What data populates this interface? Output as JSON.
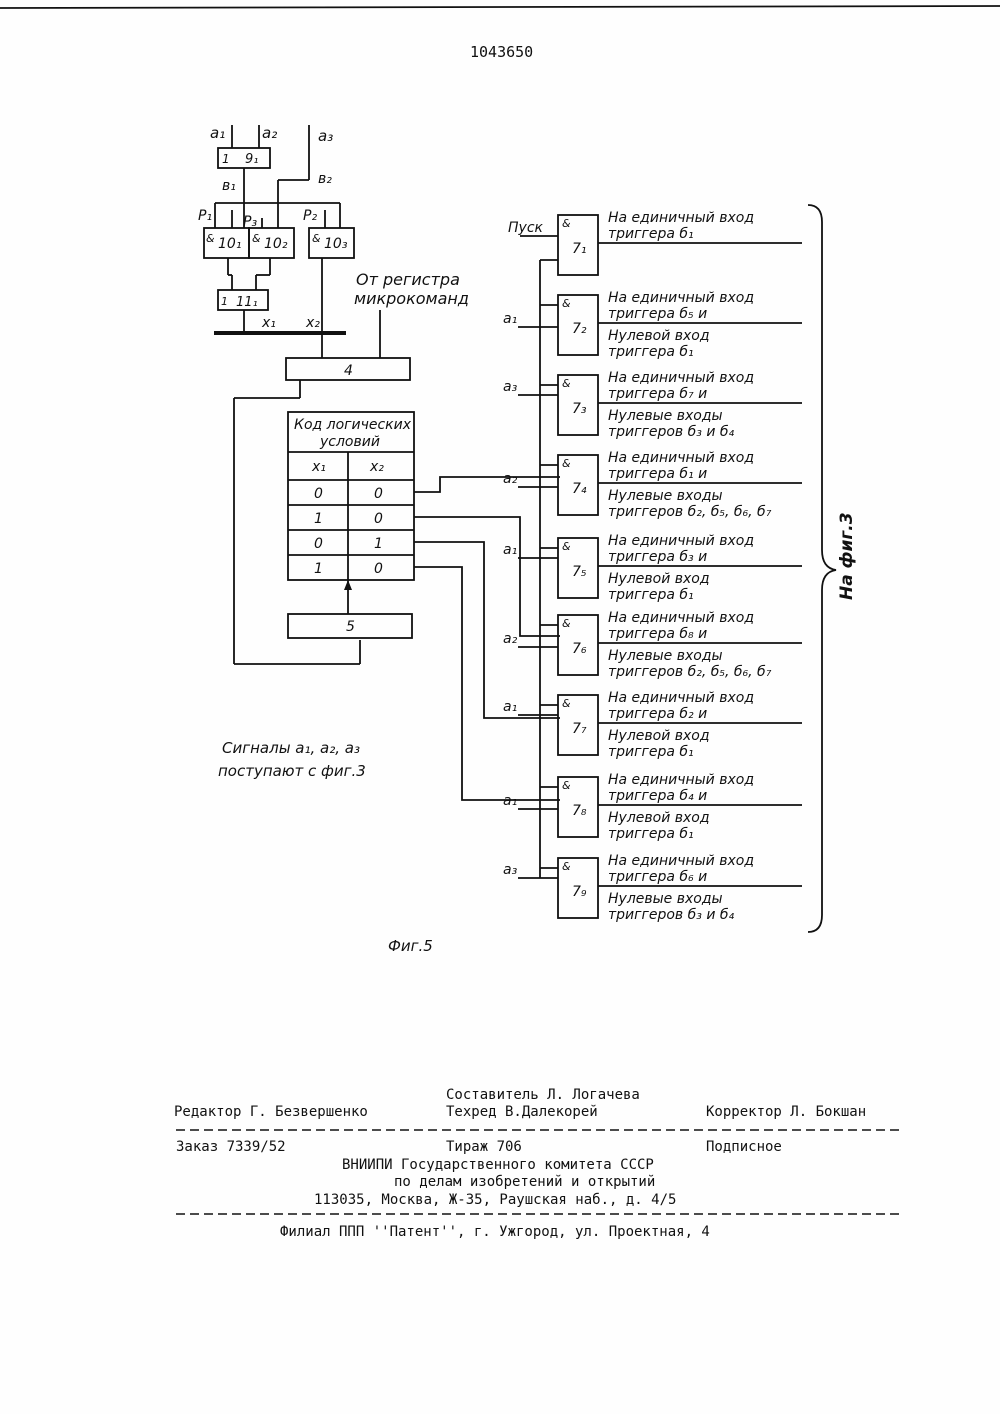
{
  "header": {
    "patent_number": "1043650"
  },
  "diagram": {
    "inputs_top": {
      "a1": "a₁",
      "a2": "a₂",
      "a3": "a₃",
      "b1": "в₁",
      "b2": "в₂",
      "p1": "P₁",
      "p3": "P₃",
      "p2": "P₂"
    },
    "blocks": {
      "or9_sym": "1",
      "or9_label": "9₁",
      "and10_1_sym": "&",
      "and10_1_label": "10₁",
      "and10_2_sym": "&",
      "and10_2_label": "10₂",
      "and10_3_sym": "&",
      "and10_3_label": "10₃",
      "or11_sym": "1",
      "or11_label": "11₁",
      "block4_label": "4",
      "block5_label": "5"
    },
    "bus_labels": {
      "x1": "x₁",
      "x2": "x₂"
    },
    "from_register": [
      "От регистра",
      "микрокоманд"
    ],
    "code_table": {
      "title": [
        "Код логических",
        "условий"
      ],
      "headers": [
        "x₁",
        "x₂"
      ],
      "rows": [
        [
          "0",
          "0"
        ],
        [
          "1",
          "0"
        ],
        [
          "0",
          "1"
        ],
        [
          "1",
          "0"
        ]
      ]
    },
    "start_label": "Пуск",
    "gates": [
      {
        "sym": "&",
        "label": "7₁",
        "input": "Пуск",
        "out1": "На единичный вход",
        "out2": "триггера б₁",
        "out3": "",
        "out4": ""
      },
      {
        "sym": "&",
        "label": "7₂",
        "input": "a₁",
        "out1": "На единичный вход",
        "out2": "триггера б₅ и",
        "out3": "Нулевой вход",
        "out4": "триггера б₁"
      },
      {
        "sym": "&",
        "label": "7₃",
        "input": "a₃",
        "out1": "На единичный вход",
        "out2": "триггера б₇ и",
        "out3": "Нулевые входы",
        "out4": "триггеров б₃ и б₄"
      },
      {
        "sym": "&",
        "label": "7₄",
        "input": "a₂",
        "out1": "На единичный вход",
        "out2": "триггера б₁ и",
        "out3": "Нулевые входы",
        "out4": "триггеров б₂, б₅, б₆, б₇"
      },
      {
        "sym": "&",
        "label": "7₅",
        "input": "a₁",
        "out1": "На единичный вход",
        "out2": "триггера б₃ и",
        "out3": "Нулевой вход",
        "out4": "триггера б₁"
      },
      {
        "sym": "&",
        "label": "7₆",
        "input": "a₂",
        "out1": "На единичный вход",
        "out2": "триггера б₈ и",
        "out3": "Нулевые входы",
        "out4": "триггеров б₂, б₅, б₆, б₇"
      },
      {
        "sym": "&",
        "label": "7₇",
        "input": "a₁",
        "out1": "На единичный вход",
        "out2": "триггера б₂ и",
        "out3": "Нулевой вход",
        "out4": "триггера б₁"
      },
      {
        "sym": "&",
        "label": "7₈",
        "input": "a₁",
        "out1": "На единичный вход",
        "out2": "триггера б₄ и",
        "out3": "Нулевой вход",
        "out4": "триггера б₁"
      },
      {
        "sym": "&",
        "label": "7₉",
        "input": "a₃",
        "out1": "На единичный вход",
        "out2": "триггера б₆ и",
        "out3": "Нулевые входы",
        "out4": "триггеров б₃ и б₄"
      }
    ],
    "brace_label": "На фиг.3",
    "signals_note": [
      "Сигналы a₁, a₂, a₃",
      "поступают с фиг.3"
    ],
    "figure_caption": "Фиг.5"
  },
  "footer": {
    "composer": "Составитель Л. Логачева",
    "editor": "Редактор Г. Безвершенко",
    "techred": "Техред В.Далекорей",
    "corrector": "Корректор Л. Бокшан",
    "order": "Заказ 7339/52",
    "circulation": "Тираж 706",
    "subscription": "Подписное",
    "org1": "ВНИИПИ Государственного комитета СССР",
    "org2": "по делам изобретений и открытий",
    "address": "113035, Москва, Ж-35, Раушская наб., д. 4/5",
    "branch": "Филиал ППП ''Патент'', г. Ужгород, ул. Проектная, 4"
  }
}
